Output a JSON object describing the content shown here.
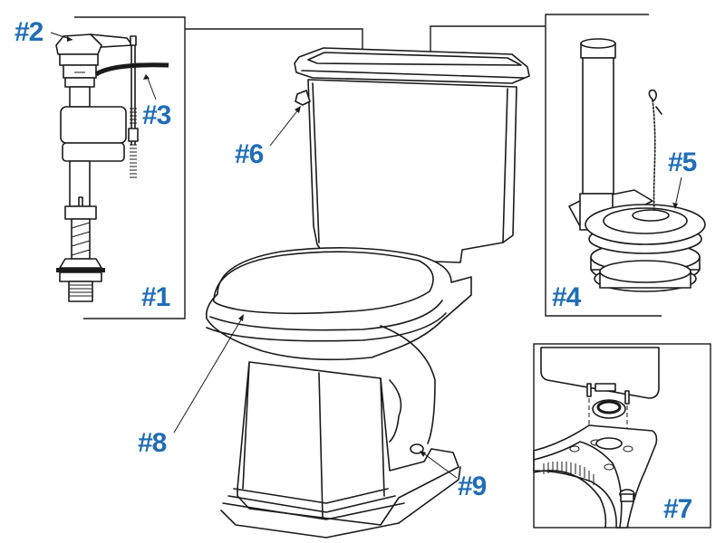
{
  "diagram": {
    "subject": "Two-piece toilet parts diagram",
    "label_color": "#1f6db5",
    "line_color": "#1a1a1a",
    "background": "#ffffff"
  },
  "labels": {
    "fill_valve": "#1",
    "fill_valve_cap": "#2",
    "refill_tube": "#3",
    "flush_valve": "#4",
    "flapper": "#5",
    "trip_lever": "#6",
    "tank_to_bowl_kit": "#7",
    "toilet_seat": "#8",
    "bolt_caps": "#9"
  },
  "parts": [
    {
      "id": "#1",
      "region": "fill-valve-inset"
    },
    {
      "id": "#2",
      "region": "fill-valve-cap"
    },
    {
      "id": "#3",
      "region": "refill-tube"
    },
    {
      "id": "#4",
      "region": "flush-valve-inset"
    },
    {
      "id": "#5",
      "region": "flapper"
    },
    {
      "id": "#6",
      "region": "trip-lever"
    },
    {
      "id": "#7",
      "region": "tank-to-bowl-inset"
    },
    {
      "id": "#8",
      "region": "seat"
    },
    {
      "id": "#9",
      "region": "bolt-cap"
    }
  ]
}
